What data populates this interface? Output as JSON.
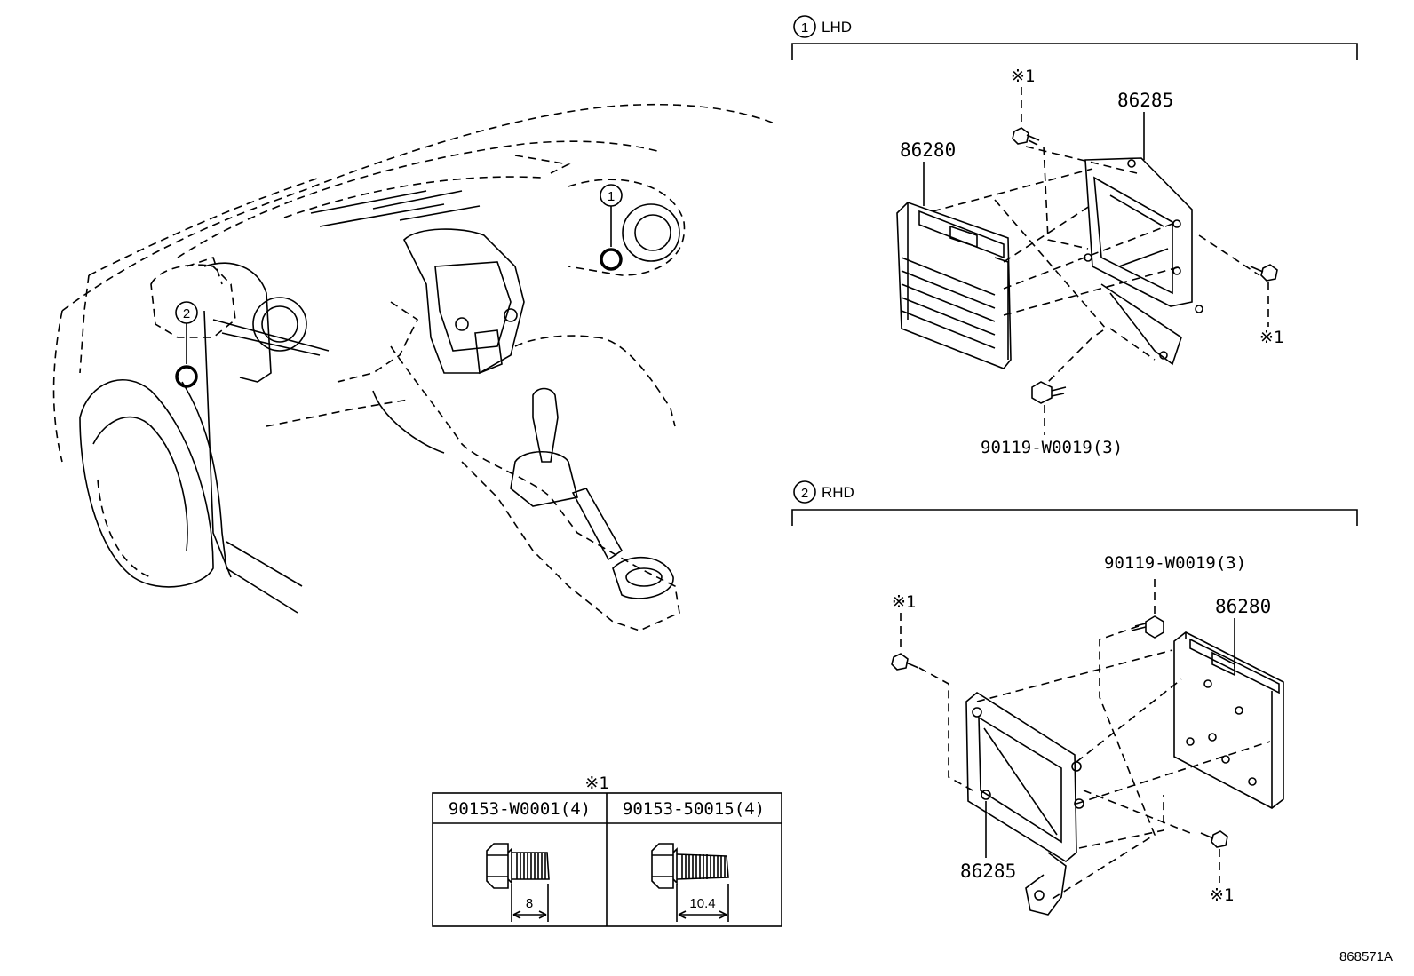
{
  "sections": {
    "lhd": {
      "marker": "1",
      "title": "LHD"
    },
    "rhd": {
      "marker": "2",
      "title": "RHD"
    }
  },
  "car_markers": [
    "1",
    "2"
  ],
  "lhd_labels": {
    "ecu": "86280",
    "bracket": "86285",
    "screw_top": "※1",
    "screw_right": "※1",
    "bolt": "90119-W0019(3)"
  },
  "rhd_labels": {
    "ecu": "86280",
    "bracket": "86285",
    "screw_left": "※1",
    "screw_right": "※1",
    "bolt": "90119-W0019(3)"
  },
  "fastener_table": {
    "note": "※1",
    "columns": [
      {
        "part": "90153-W0001(4)",
        "length": "8"
      },
      {
        "part": "90153-50015(4)",
        "length": "10.4"
      }
    ]
  },
  "diagram_code": "868571A"
}
